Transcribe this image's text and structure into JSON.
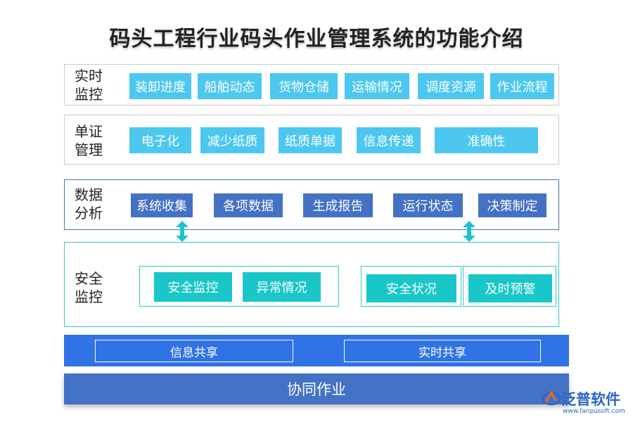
{
  "title": "码头工程行业码头作业管理系统的功能介绍",
  "sections": {
    "realtime": {
      "label": "实时\n监控",
      "chips": [
        "装卸进度",
        "船舶动态",
        "货物仓储",
        "运输情况",
        "调度资源",
        "作业流程"
      ]
    },
    "docs": {
      "label": "单证\n管理",
      "chips": [
        "电子化",
        "减少纸质",
        "纸质单据",
        "信息传递",
        "准确性"
      ]
    },
    "analysis": {
      "label": "数据\n分析",
      "chips": [
        "系统收集",
        "各项数据",
        "生成报告",
        "运行状态",
        "决策制定"
      ]
    },
    "safety": {
      "label": "安全\n监控",
      "chips": [
        "安全监控",
        "异常情况",
        "安全状况",
        "及时预警"
      ]
    }
  },
  "share": [
    "信息共享",
    "实时共享"
  ],
  "collab": "协同作业",
  "logo": {
    "name": "泛普软件",
    "url": "www.fanpusoft.com"
  },
  "colors": {
    "light_chip": "#4cc7ef",
    "dark_chip": "#4371c4",
    "teal_chip": "#19c6c8",
    "share_bar": "#2f73e6",
    "collab_bar": "#4472c4"
  }
}
